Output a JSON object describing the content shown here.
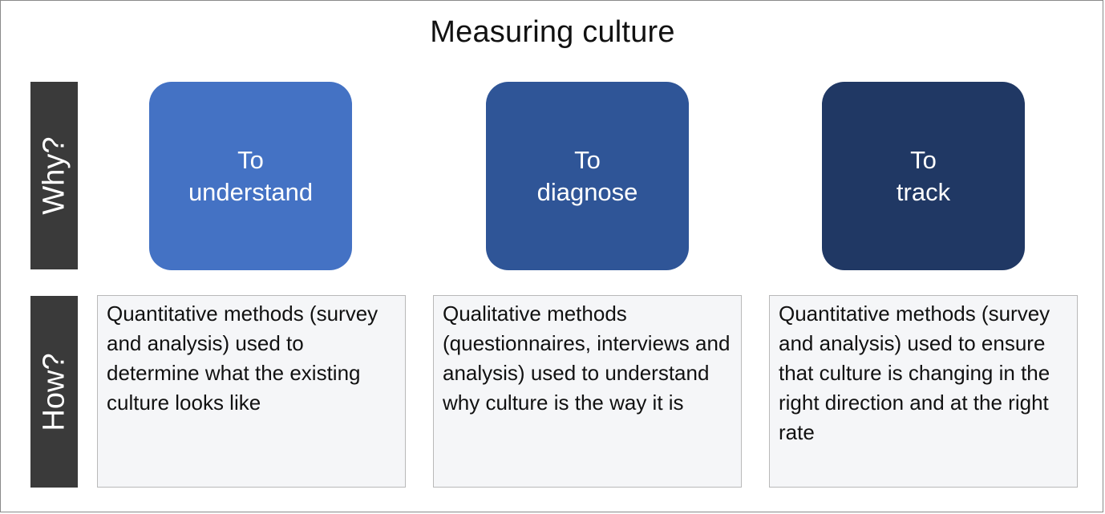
{
  "title": "Measuring culture",
  "rows": {
    "why": "Why?",
    "how": "How?"
  },
  "columns": [
    {
      "purpose": [
        "To",
        "understand"
      ],
      "method": "Quantitative methods (survey and analysis) used to determine what the existing culture looks like",
      "color": "#4472c4"
    },
    {
      "purpose": [
        "To",
        "diagnose"
      ],
      "method": "Qualitative methods (questionnaires, interviews and analysis) used to understand why culture is the way it is",
      "color": "#2f5597"
    },
    {
      "purpose": [
        "To",
        "track"
      ],
      "method": "Quantitative methods (survey and analysis) used to ensure that culture is changing in the right direction and at the right rate",
      "color": "#203864"
    }
  ]
}
